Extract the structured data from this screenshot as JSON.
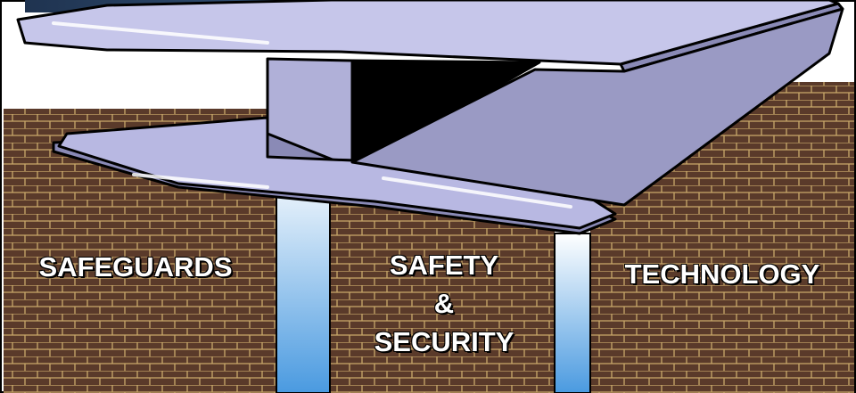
{
  "pillars": {
    "left": {
      "label": "SAFEGUARDS"
    },
    "middle": {
      "line1": "SAFETY",
      "line2": "&",
      "line3": "SECURITY"
    },
    "right": {
      "label": "TECHNOLOGY"
    }
  },
  "colors": {
    "brick": "#5a3a2a",
    "mortar": "#c9a86a",
    "beam_light": "#c6c6ea",
    "beam_mid": "#9a9ac4",
    "beam_dark": "#8a8ab6",
    "column_top": "#ffffff",
    "column_bottom": "#4a9ae0",
    "top_bar": "#2d4a6e"
  },
  "icons": {
    "beam": "steel-i-beam-icon"
  }
}
